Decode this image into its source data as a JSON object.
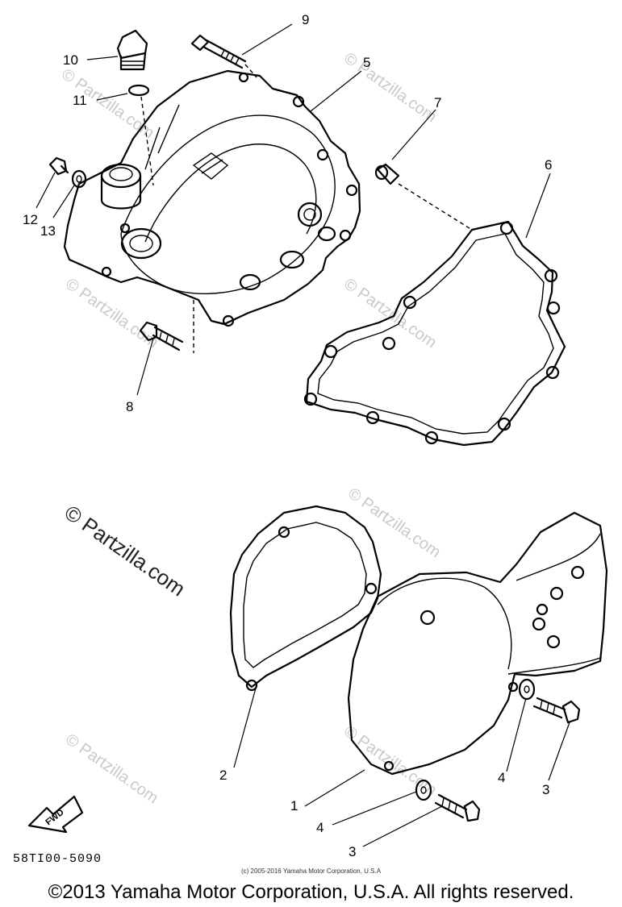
{
  "callouts": {
    "c1": "1",
    "c2": "2",
    "c3a": "3",
    "c3b": "3",
    "c4a": "4",
    "c4b": "4",
    "c5": "5",
    "c6": "6",
    "c7": "7",
    "c8": "8",
    "c9": "9",
    "c10": "10",
    "c11": "11",
    "c12": "12",
    "c13": "13"
  },
  "watermarks": {
    "text": "© Partzilla.com",
    "prominent": "© Partzilla.com"
  },
  "fwd_badge": "FWD",
  "drawing_code": "58TI00-5090",
  "small_copyright": "(c) 2005-2016 Yamaha Motor Corporation, U.S.A",
  "footer_copyright": "©2013 Yamaha Motor Corporation, U.S.A. All rights reserved."
}
